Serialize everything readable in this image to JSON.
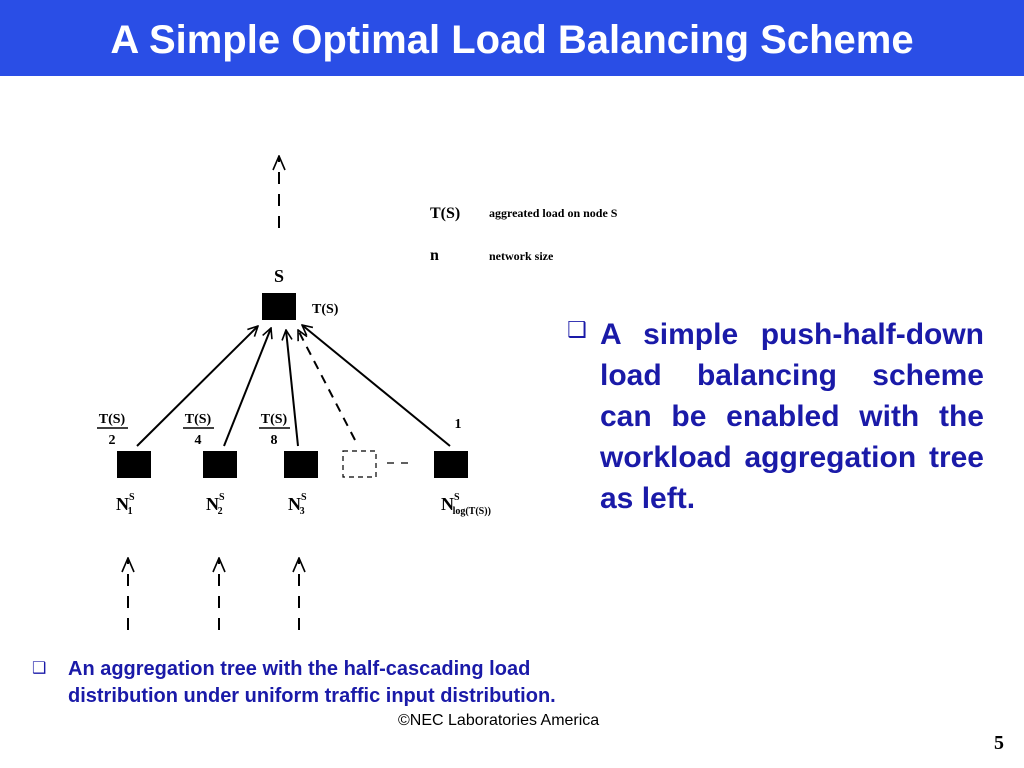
{
  "slide": {
    "title": "A Simple Optimal Load Balancing Scheme",
    "colors": {
      "title_bg": "#2a4ee6",
      "title_text": "#ffffff",
      "body_text": "#1a1aa8"
    }
  },
  "legend": [
    {
      "symbol": "T(S)",
      "description": "aggreated load on node S"
    },
    {
      "symbol": "n",
      "description": "network size"
    }
  ],
  "tree": {
    "root_label": "S",
    "root_load": "T(S)",
    "edge_labels": [
      {
        "num": "T(S)",
        "den": "2"
      },
      {
        "num": "T(S)",
        "den": "4"
      },
      {
        "num": "T(S)",
        "den": "8"
      },
      {
        "text": "1"
      }
    ],
    "children": [
      {
        "base": "N",
        "sup": "S",
        "sub": "1"
      },
      {
        "base": "N",
        "sup": "S",
        "sub": "2"
      },
      {
        "base": "N",
        "sup": "S",
        "sub": "3"
      },
      {
        "base": "N",
        "sup": "S",
        "sub": "log(T(S))"
      }
    ]
  },
  "right_bullet": {
    "marker": "❑",
    "text": "A simple push-half-down load balancing scheme can be enabled with the workload aggregation tree as left."
  },
  "caption": {
    "marker": "❑",
    "text": "An aggregation tree with the half-cascading load distribution under uniform traffic input distribution."
  },
  "footer": "©NEC Laboratories America",
  "page_number": "5"
}
